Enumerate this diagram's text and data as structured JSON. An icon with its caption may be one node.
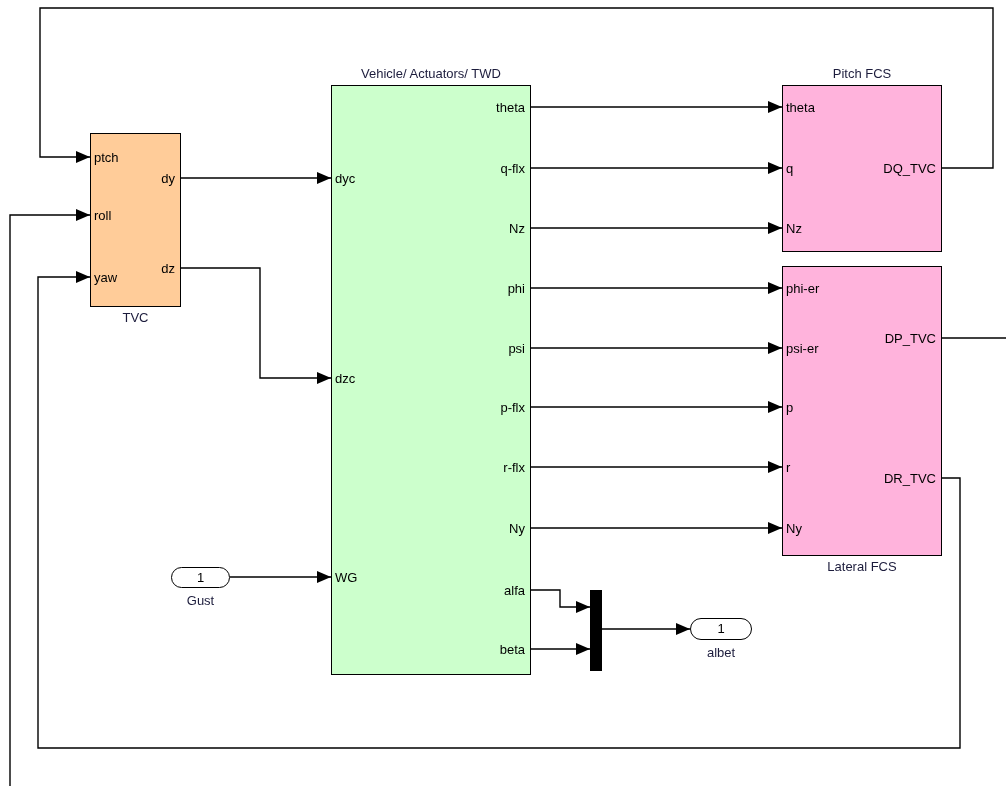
{
  "diagram": {
    "nodes": [
      {
        "text": [
          "ptch",
          "dy",
          "roll",
          "dz",
          "yaw",
          "TVC"
        ]
      },
      {
        "text": [
          "Vehicle/ Actuators/ TWD",
          "theta",
          "q-flx",
          "dyc",
          "Nz",
          "phi",
          "psi",
          "dzc",
          "p-flx",
          "r-flx",
          "Ny",
          "WG",
          "alfa",
          "beta"
        ]
      },
      {
        "text": [
          "Pitch FCS",
          "theta",
          "q",
          "DQ_TVC",
          "Nz"
        ]
      },
      {
        "text": [
          "phi-er",
          "DP_TVC",
          "psi-er",
          "p",
          "r",
          "DR_TVC",
          "Ny",
          "Lateral FCS"
        ]
      },
      {
        "text": [
          "1"
        ],
        "beside": [
          "Gust"
        ]
      },
      {
        "text": [],
        "shape": "bar"
      },
      {
        "text": [
          "1"
        ],
        "beside": [
          "albet"
        ]
      }
    ],
    "edges": [
      {
        "from": 0,
        "to": 1,
        "arrow": "to"
      },
      {
        "from": 0,
        "to": 1,
        "arrow": "to"
      },
      {
        "from": 4,
        "to": 1,
        "arrow": "to"
      },
      {
        "from": 1,
        "to": 2,
        "arrow": "to"
      },
      {
        "from": 1,
        "to": 2,
        "arrow": "to"
      },
      {
        "from": 1,
        "to": 2,
        "arrow": "to"
      },
      {
        "from": 1,
        "to": 3,
        "arrow": "to"
      },
      {
        "from": 1,
        "to": 3,
        "arrow": "to"
      },
      {
        "from": 1,
        "to": 3,
        "arrow": "to"
      },
      {
        "from": 1,
        "to": 3,
        "arrow": "to"
      },
      {
        "from": 1,
        "to": 3,
        "arrow": "to"
      },
      {
        "from": 1,
        "to": 5,
        "arrow": "to"
      },
      {
        "from": 1,
        "to": 5,
        "arrow": "to"
      },
      {
        "from": 5,
        "to": 6,
        "arrow": "to"
      },
      {
        "from": 2,
        "to": 0,
        "arrow": "to"
      },
      {
        "from": 3,
        "to": null,
        "arrow": "none"
      },
      {
        "from": null,
        "to": 0,
        "arrow": "to"
      },
      {
        "from": 3,
        "to": 0,
        "arrow": "to"
      }
    ]
  }
}
